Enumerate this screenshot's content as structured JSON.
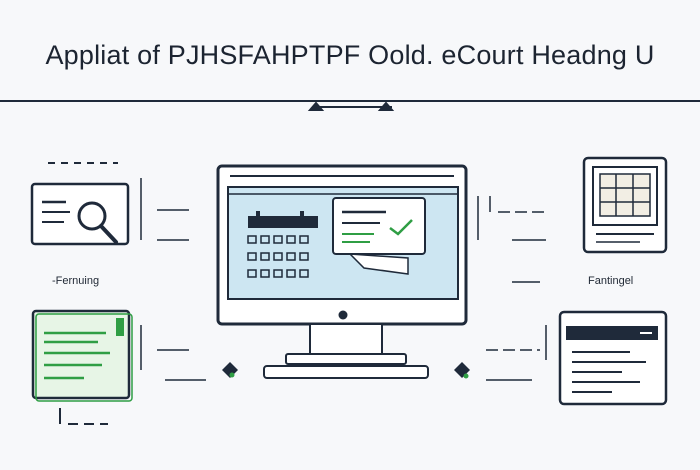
{
  "header": {
    "title": "Appliat of PJHSFAHPTPF Oold. eCourt Headng U"
  },
  "labels": {
    "left": "-Fernuing",
    "right": "Fantingel"
  },
  "colors": {
    "navy": "#1f2a3a",
    "green": "#2f9e44",
    "light_blue": "#cde6f2",
    "light_green": "#e7f5e6",
    "screen_fill": "#ffffff"
  }
}
